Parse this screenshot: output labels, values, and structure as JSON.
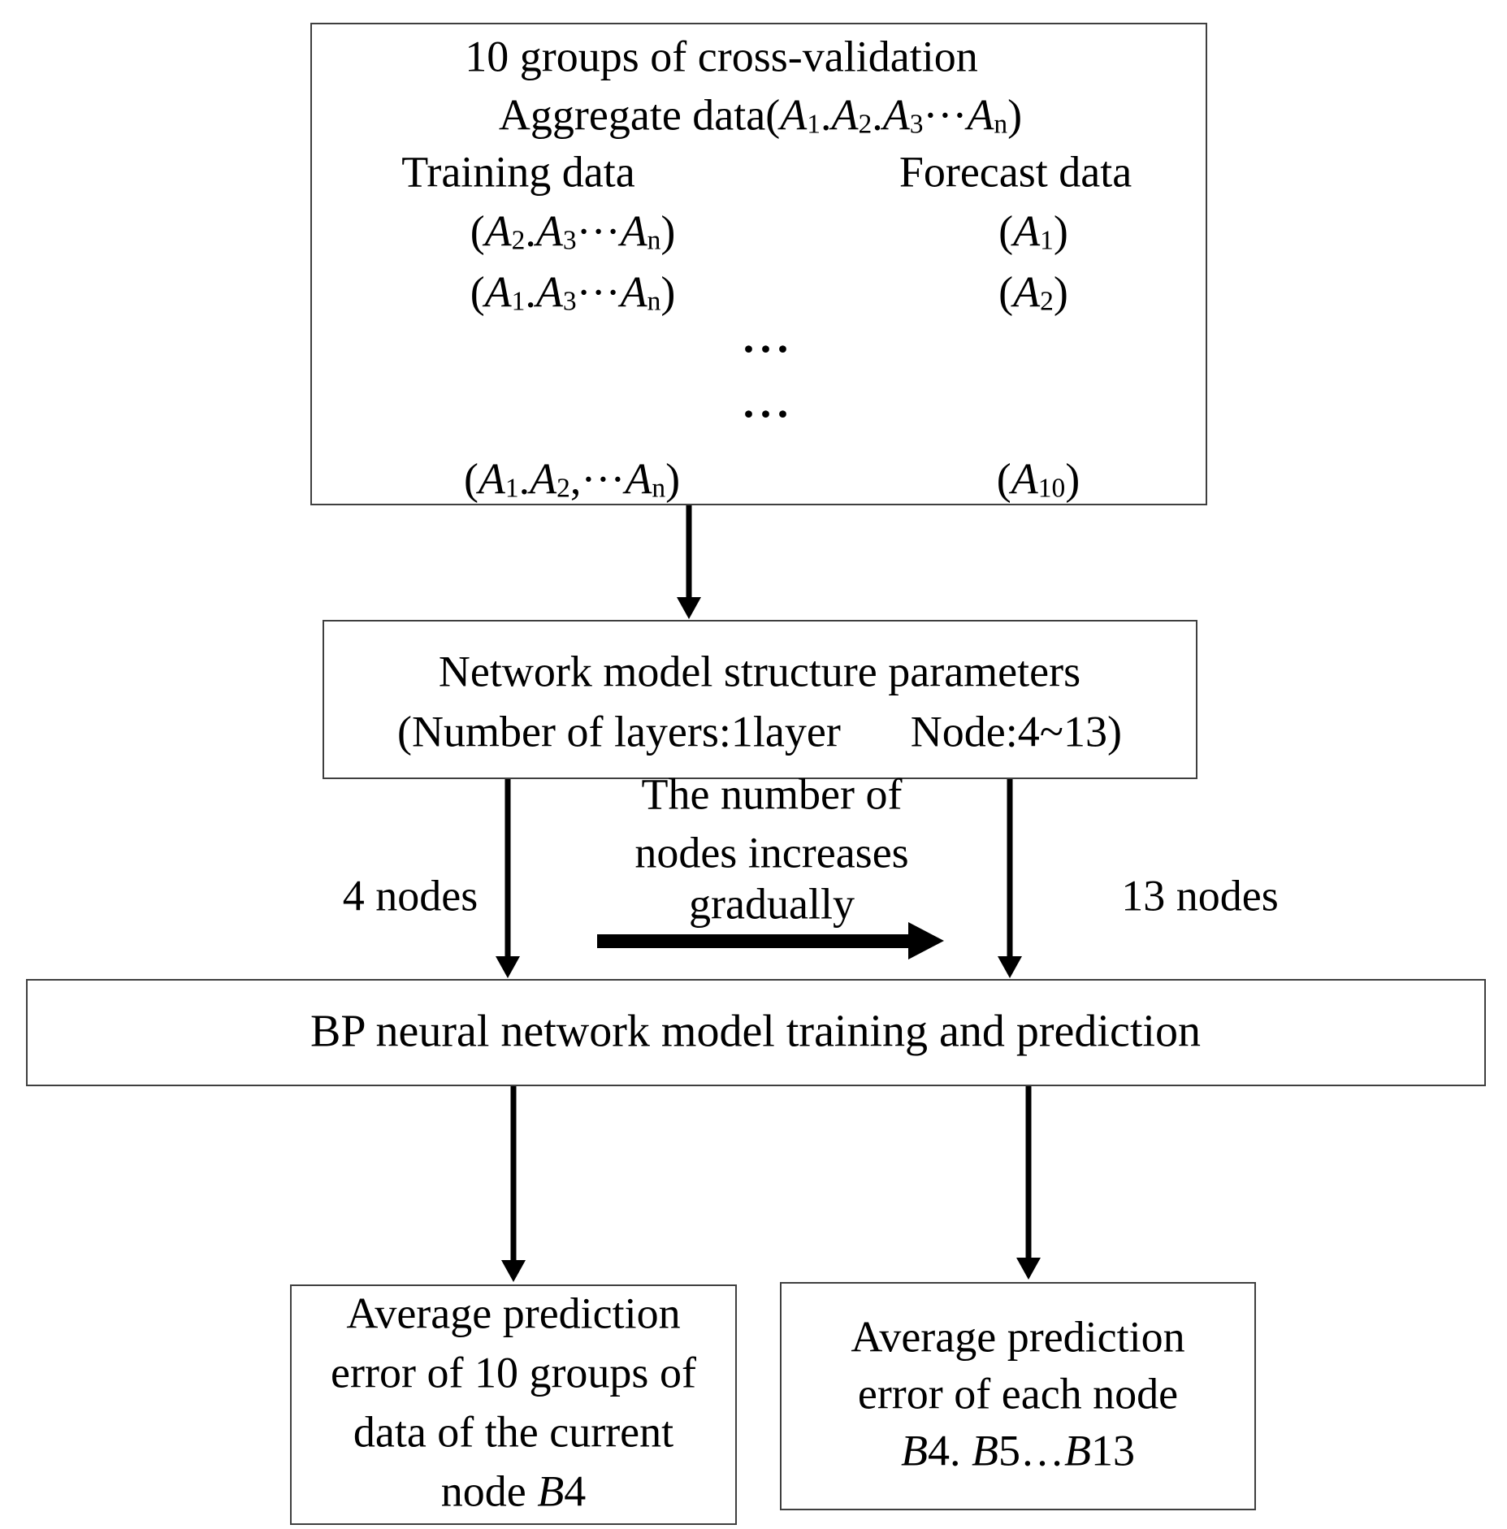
{
  "colors": {
    "ink": "#000000",
    "box_border": "#3f3f3f",
    "background": "#ffffff"
  },
  "top_box": {
    "title": "10 groups of cross-validation",
    "aggregate_parts": [
      [
        "Aggregate data(",
        "n"
      ],
      [
        "A",
        "i"
      ],
      [
        "1",
        "s"
      ],
      [
        ".",
        "n"
      ],
      [
        "A",
        "i"
      ],
      [
        "2",
        "s"
      ],
      [
        ".",
        "n"
      ],
      [
        "A",
        "i"
      ],
      [
        "3",
        "s"
      ],
      [
        "···",
        "n"
      ],
      [
        "A",
        "i"
      ],
      [
        "n",
        "s"
      ],
      [
        ")",
        "n"
      ]
    ],
    "training_header": "Training data",
    "forecast_header": "Forecast data",
    "pair_rows": [
      {
        "train": [
          [
            "(",
            "n"
          ],
          [
            "A",
            "i"
          ],
          [
            "2",
            "s"
          ],
          [
            ".",
            "n"
          ],
          [
            "A",
            "i"
          ],
          [
            "3",
            "s"
          ],
          [
            "···",
            "n"
          ],
          [
            "A",
            "i"
          ],
          [
            "n",
            "s"
          ],
          [
            ")",
            "n"
          ]
        ],
        "forecast": [
          [
            "(",
            "n"
          ],
          [
            "A",
            "i"
          ],
          [
            "1",
            "s"
          ],
          [
            ")",
            "n"
          ]
        ]
      },
      {
        "train": [
          [
            "(",
            "n"
          ],
          [
            "A",
            "i"
          ],
          [
            "1",
            "s"
          ],
          [
            ".",
            "n"
          ],
          [
            "A",
            "i"
          ],
          [
            "3",
            "s"
          ],
          [
            "···",
            "n"
          ],
          [
            "A",
            "i"
          ],
          [
            "n",
            "s"
          ],
          [
            ")",
            "n"
          ]
        ],
        "forecast": [
          [
            "(",
            "n"
          ],
          [
            "A",
            "i"
          ],
          [
            "2",
            "s"
          ],
          [
            ")",
            "n"
          ]
        ]
      },
      {
        "train": [
          [
            "(",
            "n"
          ],
          [
            "A",
            "i"
          ],
          [
            "1",
            "s"
          ],
          [
            ".",
            "n"
          ],
          [
            "A",
            "i"
          ],
          [
            "2",
            "s"
          ],
          [
            ",···",
            "n"
          ],
          [
            "A",
            "i"
          ],
          [
            "n",
            "s"
          ],
          [
            ")",
            "n"
          ]
        ],
        "forecast": [
          [
            "(",
            "n"
          ],
          [
            "A",
            "i"
          ],
          [
            "10",
            "s"
          ],
          [
            ")",
            "n"
          ]
        ]
      }
    ],
    "ellipsis": "···"
  },
  "params_box": {
    "line1": "Network model structure parameters",
    "line2_left": "(Number of layers:1layer",
    "line2_right": "Node:4~13)"
  },
  "transition": {
    "left_label": "4 nodes",
    "right_label": "13 nodes",
    "caption_lines": [
      "The number of",
      "nodes increases",
      "gradually"
    ]
  },
  "bp_box": {
    "label": "BP neural network model training and prediction"
  },
  "left_result_box": {
    "lines": [
      "Average prediction",
      "error of 10 groups of",
      "data of the current"
    ],
    "last_line_parts": [
      [
        "node ",
        "n"
      ],
      [
        "B",
        "i"
      ],
      [
        "4",
        "n"
      ]
    ]
  },
  "right_result_box": {
    "lines": [
      "Average prediction",
      "error of each node"
    ],
    "last_line_parts": [
      [
        "B",
        "i"
      ],
      [
        "4. ",
        "n"
      ],
      [
        "B",
        "i"
      ],
      [
        "5…",
        "n"
      ],
      [
        "B",
        "i"
      ],
      [
        "13",
        "n"
      ]
    ]
  }
}
